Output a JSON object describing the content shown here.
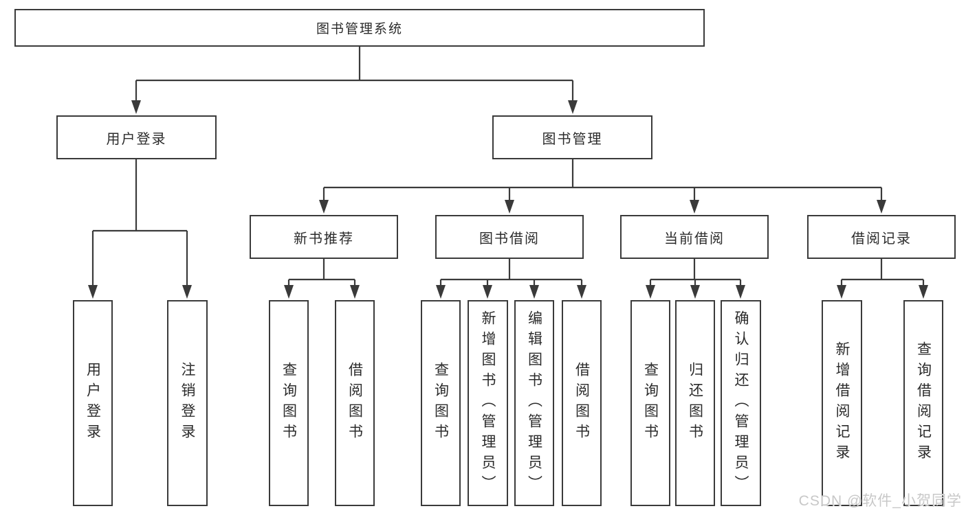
{
  "diagram": {
    "root": "图书管理系统",
    "level2": {
      "user_login": "用户登录",
      "book_mgmt": "图书管理"
    },
    "level3": {
      "new_books": "新书推荐",
      "book_borrow": "图书借阅",
      "current_borrow": "当前借阅",
      "borrow_records": "借阅记录"
    },
    "leaves": {
      "user_login_1": "用户登录",
      "user_login_2": "注销登录",
      "new_books_1": "查询图书",
      "new_books_2": "借阅图书",
      "book_borrow_1": "查询图书",
      "book_borrow_2": "新增图书（管理员）",
      "book_borrow_3": "编辑图书（管理员）",
      "book_borrow_4": "借阅图书",
      "current_1": "查询图书",
      "current_2": "归还图书",
      "current_3": "确认归还（管理员）",
      "records_1": "新增借阅记录",
      "records_2": "查询借阅记录"
    }
  },
  "watermark": "CSDN @软件_小贺同学",
  "colors": {
    "line": "#3a3a3a",
    "text": "#2b2b2b",
    "background": "#ffffff",
    "watermark": "#c8c8c8"
  }
}
